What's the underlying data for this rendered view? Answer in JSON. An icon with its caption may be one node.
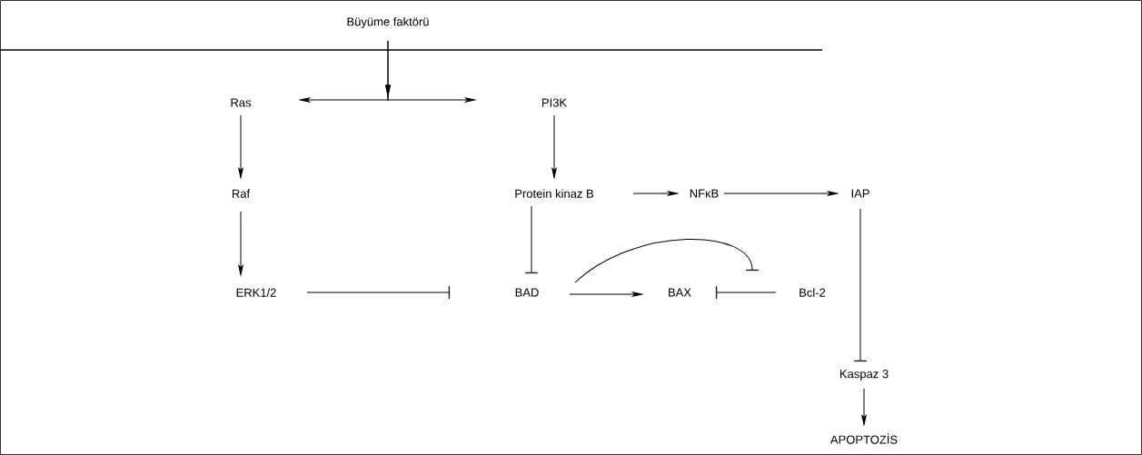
{
  "diagram": {
    "nodes": [
      {
        "text": [
          "Büyüme faktörü"
        ]
      },
      {
        "text": [
          "Ras"
        ]
      },
      {
        "text": [
          "PI3K"
        ]
      },
      {
        "text": [
          "Raf"
        ]
      },
      {
        "text": [
          "Protein kinaz B"
        ]
      },
      {
        "text": [
          "NFκB"
        ]
      },
      {
        "text": [
          "IAP"
        ]
      },
      {
        "text": [
          "ERK1/2"
        ]
      },
      {
        "text": [
          "BAD"
        ]
      },
      {
        "text": [
          "BAX"
        ]
      },
      {
        "text": [
          "Bcl-2"
        ]
      },
      {
        "text": [
          "Kaspaz 3"
        ]
      },
      {
        "text": [
          "APOPTOZİS"
        ]
      }
    ],
    "edges": [
      {
        "from": 0,
        "to": 1,
        "arrow": "to"
      },
      {
        "from": 0,
        "to": 2,
        "arrow": "to"
      },
      {
        "from": 1,
        "to": 3,
        "arrow": "to"
      },
      {
        "from": 3,
        "to": 7,
        "arrow": "to"
      },
      {
        "from": 2,
        "to": 4,
        "arrow": "to"
      },
      {
        "from": 4,
        "to": 5,
        "arrow": "to"
      },
      {
        "from": 5,
        "to": 6,
        "arrow": "to"
      },
      {
        "from": 4,
        "to": 8,
        "arrow": "other"
      },
      {
        "from": 7,
        "to": 8,
        "arrow": "other"
      },
      {
        "from": 8,
        "to": 9,
        "arrow": "to"
      },
      {
        "from": 10,
        "to": 9,
        "arrow": "other"
      },
      {
        "from": 8,
        "to": 10,
        "arrow": "other"
      },
      {
        "from": 6,
        "to": 11,
        "arrow": "other"
      },
      {
        "from": 11,
        "to": 12,
        "arrow": "to"
      }
    ]
  }
}
